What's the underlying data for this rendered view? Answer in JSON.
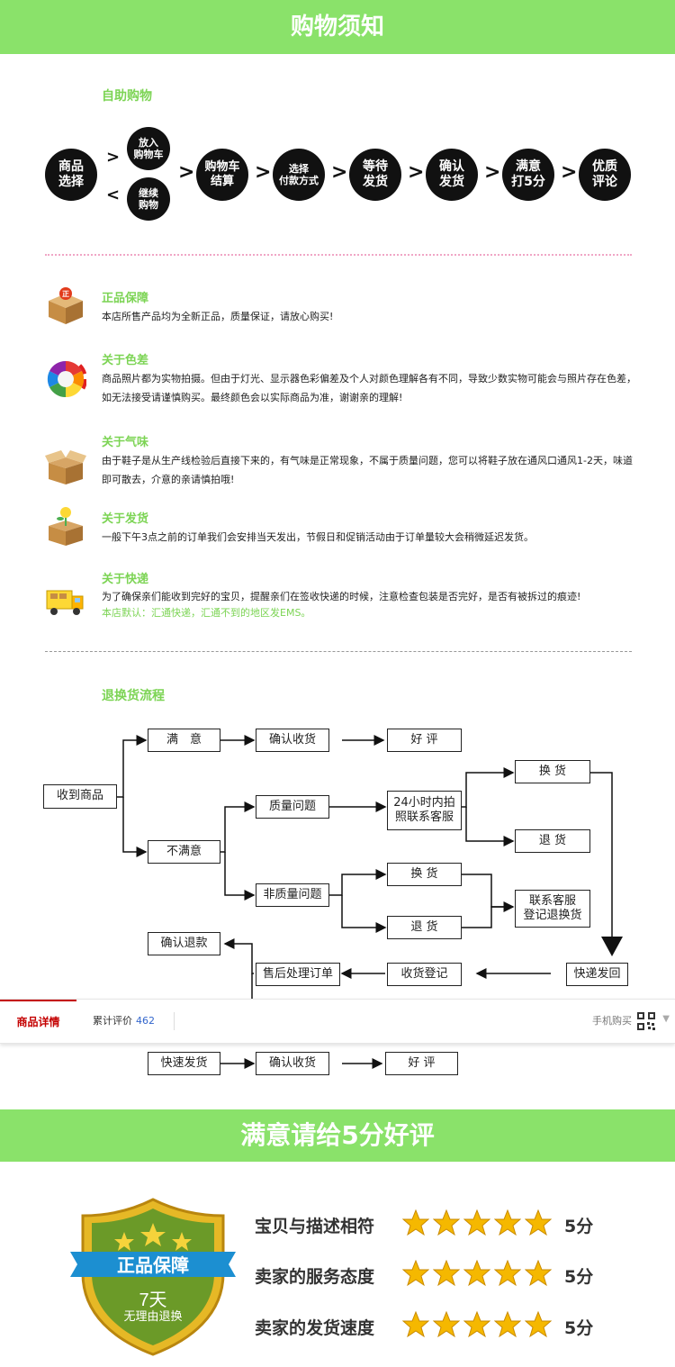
{
  "header": {
    "title": "购物须知"
  },
  "shopping": {
    "title": "自助购物",
    "steps": [
      {
        "label": "商品\n选择"
      },
      {
        "label": "放入\n购物车"
      },
      {
        "label": "继续\n购物"
      },
      {
        "label": "购物车\n结算"
      },
      {
        "label": "选择\n付款方式"
      },
      {
        "label": "等待\n发货"
      },
      {
        "label": "确认\n发货"
      },
      {
        "label": "满意\n打5分"
      },
      {
        "label": "优质\n评论"
      }
    ]
  },
  "notices": [
    {
      "icon": "genuine-box-icon",
      "title": "正品保障",
      "text": "本店所售产品均为全新正品，质量保证，请放心购买!"
    },
    {
      "icon": "color-wheel-icon",
      "title": "关于色差",
      "text": "商品照片都为实物拍摄。但由于灯光、显示器色彩偏差及个人对颜色理解各有不同，导致少数实物可能会与照片存在色差，如无法接受请谨慎购买。最终颜色会以实际商品为准，谢谢亲的理解!"
    },
    {
      "icon": "open-box-icon",
      "title": "关于气味",
      "text": "由于鞋子是从生产线检验后直接下来的，有气味是正常现象，不属于质量问题，您可以将鞋子放在通风口通风1-2天，味道即可散去，介意的亲请慎拍哦!"
    },
    {
      "icon": "flower-box-icon",
      "title": "关于发货",
      "text": "一般下午3点之前的订单我们会安排当天发出，节假日和促销活动由于订单量较大会稍微延迟发货。"
    },
    {
      "icon": "delivery-truck-icon",
      "title": "关于快递",
      "text": "为了确保亲们能收到完好的宝贝，提醒亲们在签收快递的时候，注意检查包装是否完好，是否有被拆过的痕迹!",
      "extra": "本店默认：汇通快递，汇通不到的地区发EMS。"
    }
  ],
  "returns": {
    "title": "退换货流程",
    "boxes": {
      "received": "收到商品",
      "satisfied": "满　意",
      "confirm_receipt_1": "确认收货",
      "good_review_1": "好 评",
      "unsatisfied": "不满意",
      "quality_issue": "质量问题",
      "photo_24h": "24小时内拍\n照联系客服",
      "exchange_1": "换 货",
      "return_1": "退 货",
      "non_quality": "非质量问题",
      "exchange_2": "换 货",
      "return_2": "退 货",
      "contact_service": "联系客服\n登记退换货",
      "confirm_refund": "确认退款",
      "after_sale": "售后处理订单",
      "register_receipt": "收货登记",
      "express_return": "快递发回",
      "fast_ship": "快速发货",
      "confirm_receipt_2": "确认收货",
      "good_review_2": "好 评"
    }
  },
  "tabbar": {
    "detail_tab": "商品详情",
    "reviews_label": "累计评价",
    "reviews_count": "462",
    "mobile_buy": "手机购买"
  },
  "rating": {
    "banner": "满意请给5分好评",
    "badge": {
      "title": "正品保障",
      "days": "7天",
      "subtitle": "无理由退换"
    },
    "rows": [
      {
        "label": "宝贝与描述相符",
        "stars": 5,
        "score": "5分"
      },
      {
        "label": "卖家的服务态度",
        "stars": 5,
        "score": "5分"
      },
      {
        "label": "卖家的发货速度",
        "stars": 5,
        "score": "5分"
      }
    ]
  },
  "colors": {
    "brand_green": "#8ae26a",
    "title_green": "#7cd454",
    "accent_red": "#c40000",
    "star_gold": "#f5b800"
  }
}
